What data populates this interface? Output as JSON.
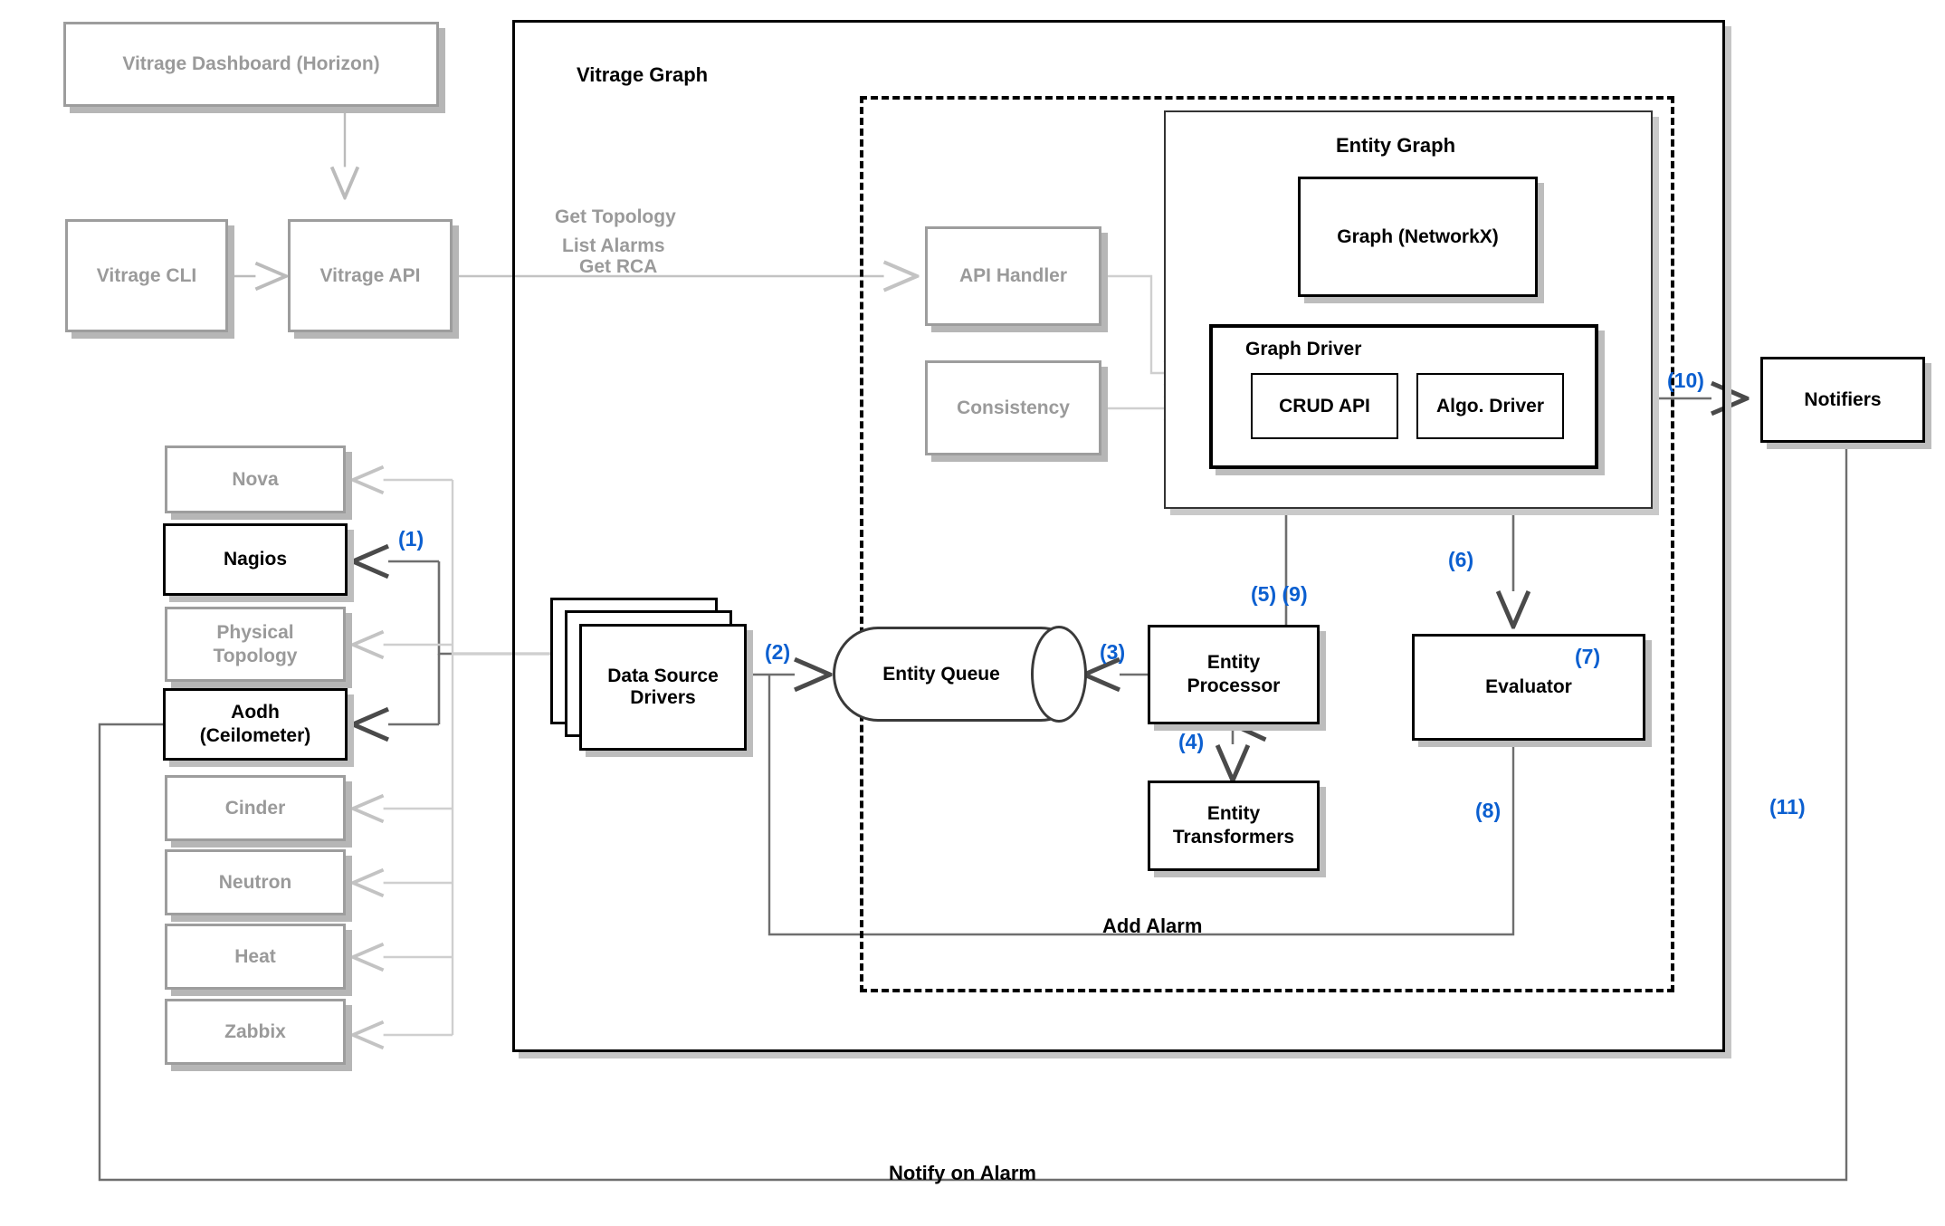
{
  "diagram": {
    "title": "Vitrage Graph architecture flow",
    "colors": {
      "accent": "#0b5fd0",
      "active": "#000000",
      "dim": "#9a9a9a",
      "shadow": "#bdbdbd"
    }
  },
  "containers": {
    "vitrage_graph": {
      "label": "Vitrage Graph"
    },
    "entity_graph": {
      "label": "Entity Graph"
    },
    "graph_driver": {
      "label": "Graph Driver"
    },
    "dashed_region": {
      "label": ""
    }
  },
  "client_side": {
    "dashboard": {
      "label": "Vitrage Dashboard (Horizon)",
      "state": "dim"
    },
    "cli": {
      "label": "Vitrage CLI",
      "state": "dim"
    },
    "api": {
      "label": "Vitrage API",
      "state": "dim"
    },
    "api_calls": {
      "line1": "Get Topology",
      "line2": "List Alarms",
      "line3": "Get RCA"
    }
  },
  "datasources": {
    "items": [
      {
        "label": "Nova",
        "state": "dim"
      },
      {
        "label": "Nagios",
        "state": "active"
      },
      {
        "label": "Physical\nTopology",
        "line1": "Physical",
        "line2": "Topology",
        "state": "dim"
      },
      {
        "label": "Aodh\n(Ceilometer)",
        "line1": "Aodh",
        "line2": "(Ceilometer)",
        "state": "active"
      },
      {
        "label": "Cinder",
        "state": "dim"
      },
      {
        "label": "Neutron",
        "state": "dim"
      },
      {
        "label": "Heat",
        "state": "dim"
      },
      {
        "label": "Zabbix",
        "state": "dim"
      }
    ]
  },
  "components": {
    "api_handler": {
      "label": "API Handler",
      "state": "dim"
    },
    "consistency": {
      "label": "Consistency",
      "state": "dim"
    },
    "graph_networkx": {
      "label": "Graph (NetworkX)",
      "state": "active"
    },
    "crud_api": {
      "label": "CRUD API",
      "state": "active"
    },
    "algo_driver": {
      "label": "Algo. Driver",
      "state": "active"
    },
    "data_source_drivers": {
      "line1": "Data Source",
      "line2": "Drivers",
      "state": "active"
    },
    "entity_queue": {
      "label": "Entity Queue",
      "state": "active"
    },
    "entity_processor": {
      "line1": "Entity",
      "line2": "Processor",
      "state": "active"
    },
    "entity_transformers": {
      "line1": "Entity",
      "line2": "Transformers",
      "state": "active"
    },
    "evaluator": {
      "label": "Evaluator",
      "state": "active"
    },
    "notifiers": {
      "label": "Notifiers",
      "state": "active"
    }
  },
  "flow_labels": {
    "step1": "(1)",
    "step2": "(2)",
    "step3": "(3)",
    "step4": "(4)",
    "step5_9": "(5) (9)",
    "step6": "(6)",
    "step7": "(7)",
    "step8": "(8)",
    "step10": "(10)",
    "step11": "(11)"
  },
  "edge_captions": {
    "add_alarm": "Add Alarm",
    "notify_on_alarm": "Notify on Alarm"
  }
}
